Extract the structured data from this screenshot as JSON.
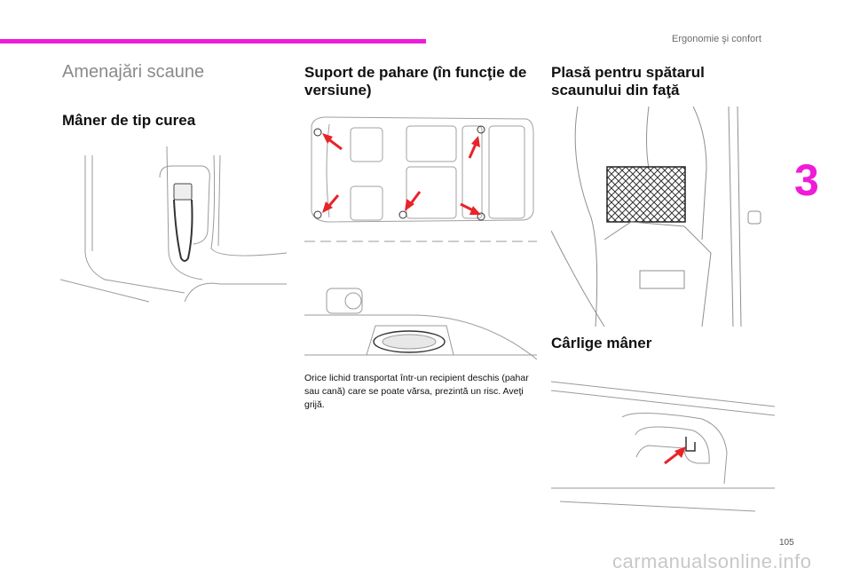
{
  "header": {
    "chapter_title": "Ergonomie şi confort",
    "chapter_number": "3"
  },
  "section": {
    "title": "Amenajări scaune"
  },
  "col1": {
    "heading": "Mâner de tip curea"
  },
  "col2": {
    "heading": "Suport de pahare (în funcţie de versiune)",
    "warning": "Orice lichid transportat într-un recipient deschis (pahar sau cană) care se poate vărsa, prezintă un risc. Aveţi grijă."
  },
  "col3": {
    "heading_top": "Plasă pentru spătarul scaunului din faţă",
    "heading_bottom": "Cârlige mâner"
  },
  "footer": {
    "page_number": "105",
    "watermark": "carmanualsonline.info"
  },
  "colors": {
    "accent": "#f01bd8",
    "arrow": "#e8232a"
  }
}
